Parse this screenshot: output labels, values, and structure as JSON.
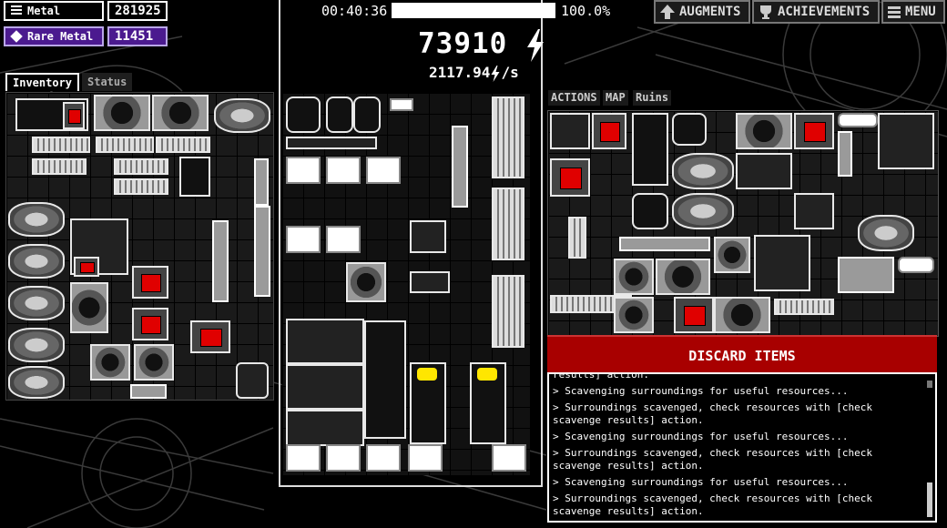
{
  "resources": [
    {
      "label": "Metal",
      "value": "281925",
      "icon": "metal-icon",
      "rare": false
    },
    {
      "label": "Rare Metal",
      "value": "11451",
      "icon": "diamond-icon",
      "rare": true
    }
  ],
  "inventory_tabs": [
    {
      "label": "Inventory"
    },
    {
      "label": "Status"
    }
  ],
  "timer": {
    "time": "00:40:36",
    "percent": "100.0%",
    "progress": 1.0
  },
  "energy": {
    "value": "73910",
    "rate": "2117.94",
    "rate_unit": "/s"
  },
  "top_buttons": [
    {
      "label": "AUGMENTS",
      "icon": "arrow-up-icon"
    },
    {
      "label": "ACHIEVEMENTS",
      "icon": "trophy-icon"
    },
    {
      "label": "MENU",
      "icon": "hamburger-icon"
    }
  ],
  "action_tabs": [
    {
      "label": "ACTIONS"
    },
    {
      "label": "MAP"
    },
    {
      "label": "Ruins"
    }
  ],
  "discard_label": "DISCARD ITEMS",
  "log": [
    "results] action.",
    "> Scavenging surroundings for useful resources...",
    "> Surroundings scavenged, check resources with [check scavenge results] action.",
    "> Scavenging surroundings for useful resources...",
    "> Surroundings scavenged, check resources with [check scavenge results] action.",
    "> Scavenging surroundings for useful resources...",
    "> Surroundings scavenged, check resources with [check scavenge results] action."
  ],
  "colors": {
    "accent_red": "#e00000",
    "rare_purple": "#4b1a8f",
    "discard_red": "#a80000",
    "lamp_yellow": "#ffe600"
  }
}
